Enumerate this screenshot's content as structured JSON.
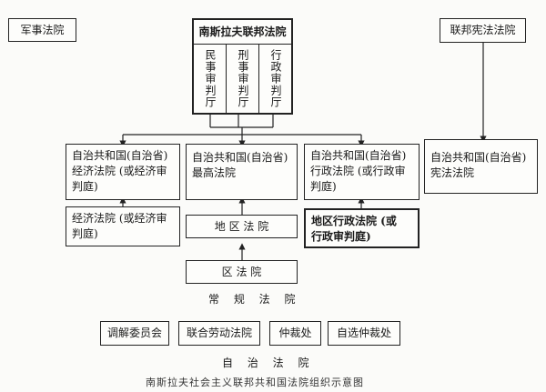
{
  "military_court": "军事法院",
  "federal_court": {
    "title": "南斯拉夫联邦法院",
    "chambers": [
      "民事审判厅",
      "刑事审判厅",
      "行政审判厅"
    ]
  },
  "constitutional": {
    "federal": "联邦宪法法院",
    "republic": "自治共和国(自治省)\n宪法法院"
  },
  "economic": {
    "upper": "自治共和国(自治省)\n经济法院 (或经济审\n判庭)",
    "lower": "经济法院 (或经济审\n判庭)"
  },
  "supreme": {
    "republic": "自治共和国(自治省)\n最高法院",
    "regional": "地 区 法 院",
    "district": "区    法    院"
  },
  "administrative": {
    "upper": "自治共和国(自治省)\n行政法院 (或行政审\n判庭)",
    "lower": "地区行政法院 (或\n行政审判庭)"
  },
  "regular_courts_label": "常 规 法 院",
  "autonomous": {
    "items": [
      "调解委员会",
      "联合劳动法院",
      "仲裁处",
      "自选仲裁处"
    ],
    "label": "自 治 法 院"
  },
  "caption": "南斯拉夫社会主义联邦共和国法院组织示意图"
}
